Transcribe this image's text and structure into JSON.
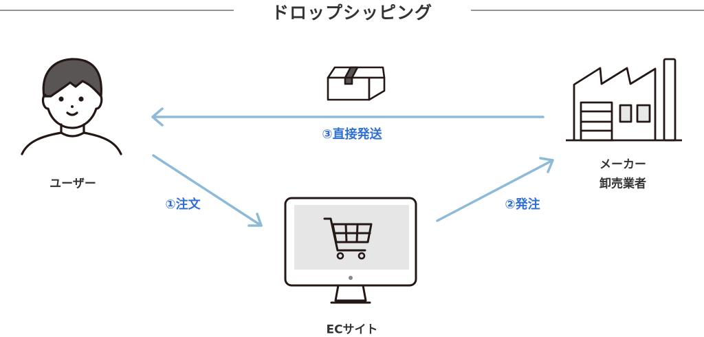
{
  "title": "ドロップシッピング",
  "actors": {
    "user": "ユーザー",
    "ec_site": "ECサイト",
    "maker_line1": "メーカー",
    "maker_line2": "卸売業者"
  },
  "steps": [
    {
      "label": "①注文"
    },
    {
      "label": "②発注"
    },
    {
      "label": "③直接発送"
    }
  ],
  "colors": {
    "arrow": "#8dbad9",
    "step_text": "#2f6fd0",
    "line": "#231815"
  },
  "icons": [
    "person-icon",
    "box-icon",
    "factory-icon",
    "monitor-cart-icon"
  ]
}
